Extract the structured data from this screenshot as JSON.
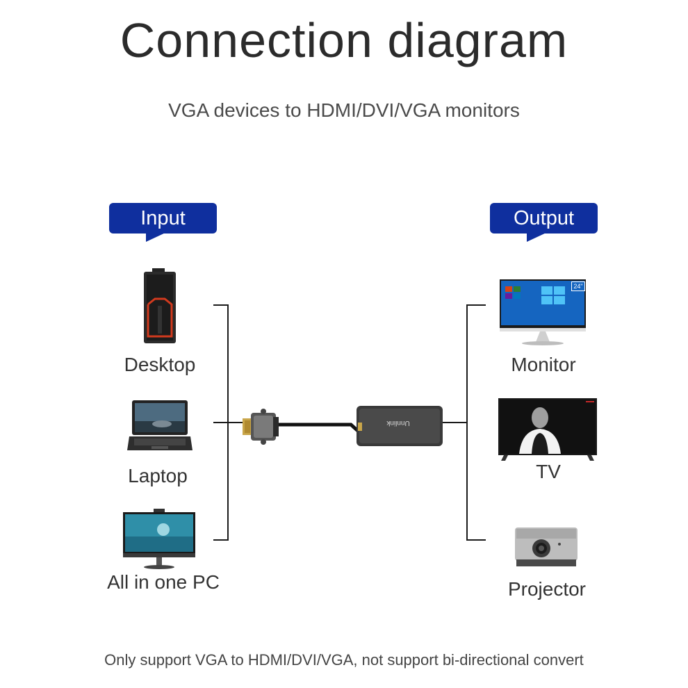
{
  "title": "Connection diagram",
  "subtitle": "VGA devices to HDMI/DVI/VGA monitors",
  "input_label": "Input",
  "output_label": "Output",
  "inputs": [
    "Desktop",
    "Laptop",
    "All in one PC"
  ],
  "outputs": [
    "Monitor",
    "TV",
    "Projector"
  ],
  "adapter_brand": "Unnlink",
  "monitor_badge": "24\"",
  "footer": "Only support VGA to HDMI/DVI/VGA, not support bi-directional convert",
  "colors": {
    "bubble": "#0f2f9e",
    "text": "#333333",
    "lines": "#1a1a1a"
  }
}
